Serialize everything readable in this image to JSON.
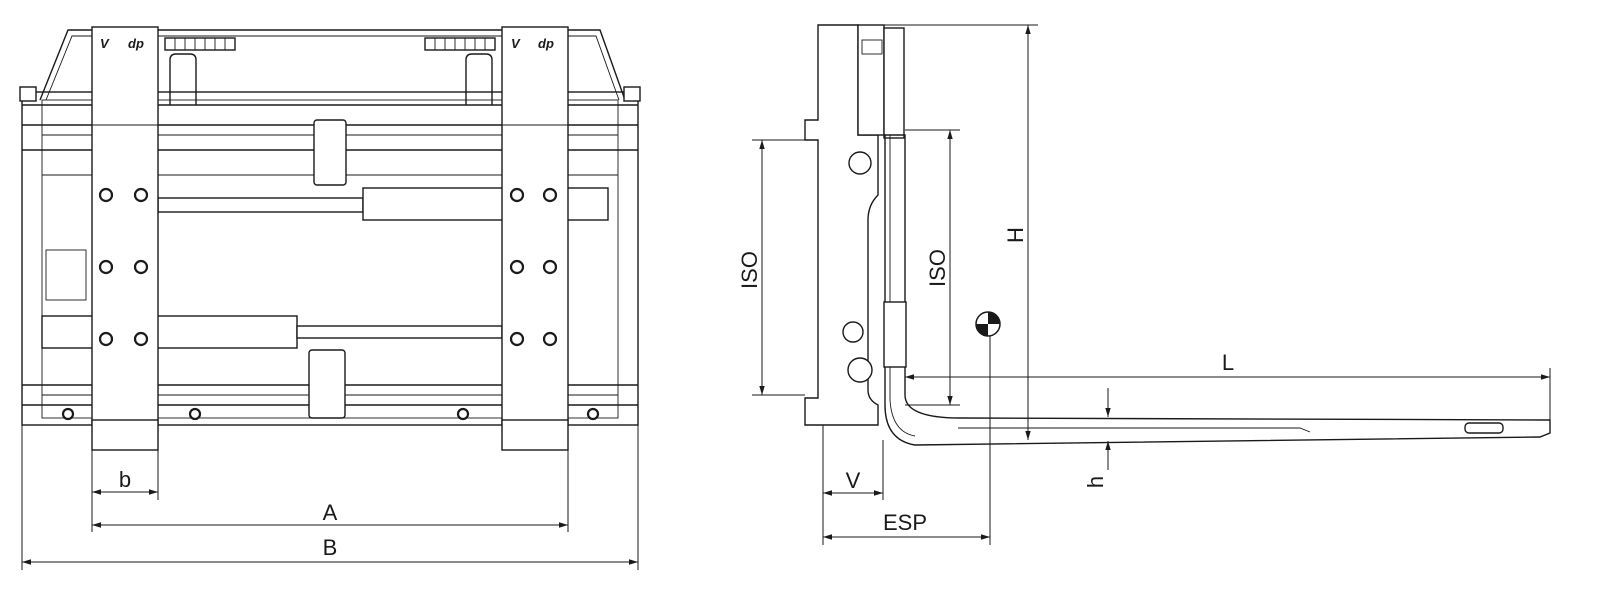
{
  "drawing": {
    "front_view": {
      "logo_marks": [
        "V",
        "dp"
      ],
      "dimensions": {
        "fork_width": "b",
        "fork_spread": "A",
        "overall_width": "B"
      }
    },
    "side_view": {
      "dimensions": {
        "iso_carriage": "ISO",
        "iso_fork": "ISO",
        "height": "H",
        "length": "L",
        "thickness": "h",
        "v_dim": "V",
        "esp_dim": "ESP"
      },
      "symbols": [
        "center-of-gravity"
      ]
    }
  }
}
